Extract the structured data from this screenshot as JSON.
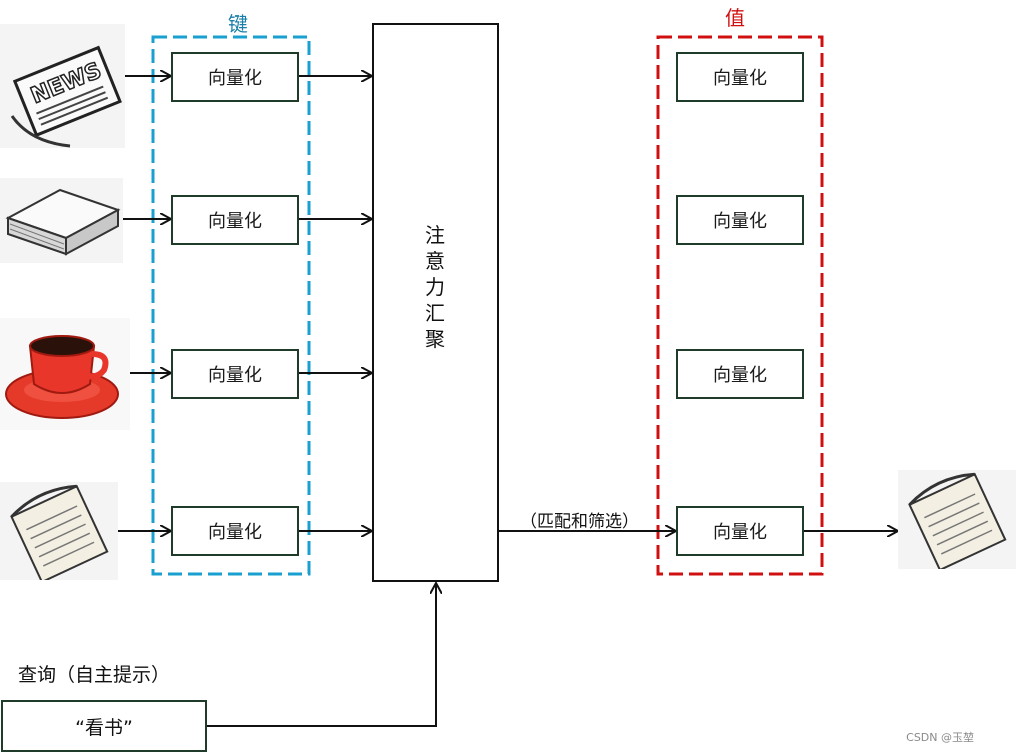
{
  "key_title": "键",
  "value_title": "值",
  "key_boxes": [
    "向量化",
    "向量化",
    "向量化",
    "向量化"
  ],
  "value_boxes": [
    "向量化",
    "向量化",
    "向量化",
    "向量化"
  ],
  "attention_label": "注\n意\n力\n汇\n聚",
  "edge_label": "（匹配和筛选）",
  "query_label": "查询（自主提示）",
  "query_text": "“看书”",
  "watermark": "CSDN @玉堃",
  "images": [
    "newspaper-icon",
    "book-icon",
    "coffee-cup-icon",
    "notepad-icon",
    "notepad-output-icon"
  ],
  "colors": {
    "key_border": "#1aa0d0",
    "value_border": "#d01010",
    "box_border": "#1f3b2a"
  }
}
